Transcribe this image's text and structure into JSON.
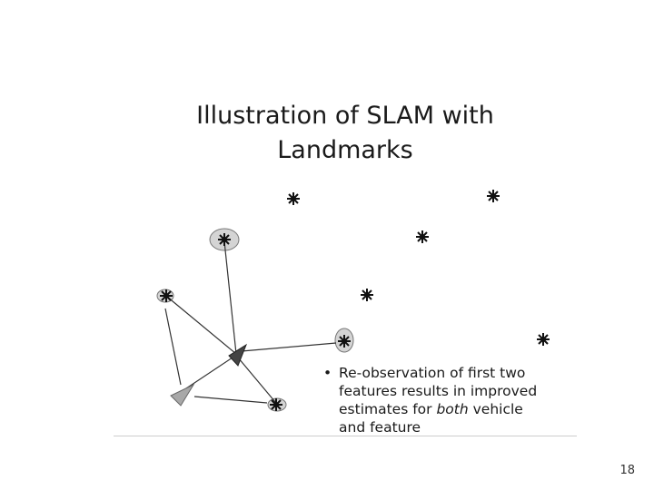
{
  "slide": {
    "title_line_1": "Illustration of SLAM with",
    "title_line_2": "Landmarks",
    "bullet": {
      "marker": "•",
      "line_1": "Re-observation of first two",
      "line_2": "features results in improved",
      "line_3_prefix": "estimates for ",
      "line_3_emphasis": "both",
      "line_3_suffix": " vehicle",
      "line_4": "and feature"
    },
    "page_number": "18"
  },
  "icons": {
    "landmark": "star-burst-icon",
    "vehicle_current": "dark-triangle-icon",
    "vehicle_previous": "light-triangle-icon",
    "uncertainty": "ellipse"
  },
  "colors": {
    "landmark": "#111111",
    "ellipse_fill": "#d4d4d4",
    "ellipse_stroke": "#777777",
    "vehicle_current": "#444444",
    "vehicle_previous": "#a8a8a8",
    "observation_line": "#333333"
  }
}
